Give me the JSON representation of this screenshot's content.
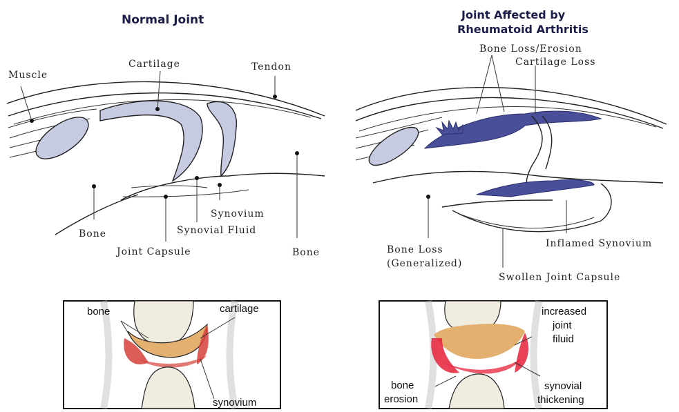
{
  "diagram": {
    "left_title": "Normal Joint",
    "right_title_line1": "Joint Affected by",
    "right_title_line2": "Rheumatoid Arthritis",
    "left_labels": {
      "muscle": "Muscle",
      "cartilage": "Cartilage",
      "tendon": "Tendon",
      "bone_left": "Bone",
      "synovium": "Synovium",
      "synovial_fluid": "Synovial Fluid",
      "joint_capsule": "Joint Capsule",
      "bone_right": "Bone"
    },
    "right_labels": {
      "bone_loss_erosion": "Bone Loss/Erosion",
      "cartilage_loss": "Cartilage Loss",
      "bone_loss_generalized_1": "Bone Loss",
      "bone_loss_generalized_2": "(Generalized)",
      "inflamed_synovium": "Inflamed Synovium",
      "swollen_joint_capsule": "Swollen Joint Capsule"
    },
    "bottom_left_labels": {
      "bone": "bone",
      "cartilage": "cartilage",
      "synovium": "synovium"
    },
    "bottom_right_labels": {
      "increased_1": "increased",
      "increased_2": "joint",
      "increased_3": "filuid",
      "bone_erosion_1": "bone",
      "bone_erosion_2": "erosion",
      "synovial_1": "synovial",
      "synovial_2": "thickening"
    },
    "colors": {
      "cartilage_normal": "#c7cbe2",
      "erosion": "#4a4f9a",
      "bone_fill": "#f1ece0",
      "cartilage_orange": "#e4b070",
      "synovium_red": "#d6413a",
      "title_navy": "#1b1d4a"
    }
  }
}
